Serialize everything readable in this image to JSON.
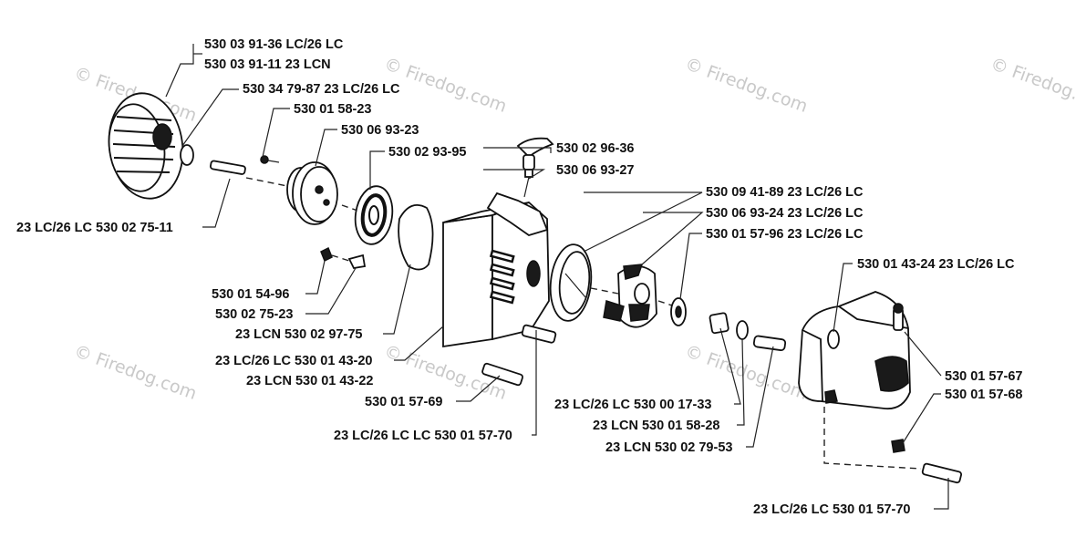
{
  "watermark": "© Firedog.com",
  "labels": {
    "flywheel_a": "530 03 91-36 LC/26 LC",
    "flywheel_b": "530 03 91-11 23 LCN",
    "washer": "530 34 79-87 23 LC/26 LC",
    "screw_small": "530 01 58-23",
    "pulley": "530 06 93-23",
    "spring": "530 02 93-95",
    "handle": "530 02 96-36",
    "rope": "530 06 93-27",
    "pin": "23 LC/26 LC 530 02 75-11",
    "disc": "530 09 41-89 23 LC/26 LC",
    "pawl_plate": "530 06 93-24 23 LC/26 LC",
    "washer2": "530 01 57-96 23 LC/26 LC",
    "cover": "530 01 43-24 23 LC/26 LC",
    "screw_a": "530 01 54-96",
    "clip": "530 02 75-23",
    "gasket": "23 LCN 530 02 97-75",
    "housing_a": "23 LC/26 LC 530 01 43-20",
    "housing_b": "23 LCN 530 01 43-22",
    "bolt_a": "530 01 57-69",
    "bolt_b": "23 LC/26 LC LC 530 01 57-70",
    "spacer_a": "23 LC/26 LC 530 00 17-33",
    "spacer_b": "23 LCN 530 01 58-28",
    "spacer_c": "23 LCN 530 02 79-53",
    "cover_screw_a": "530 01 57-67",
    "cover_screw_b": "530 01 57-68",
    "bottom_bolt": "23 LC/26 LC 530 01 57-70"
  }
}
